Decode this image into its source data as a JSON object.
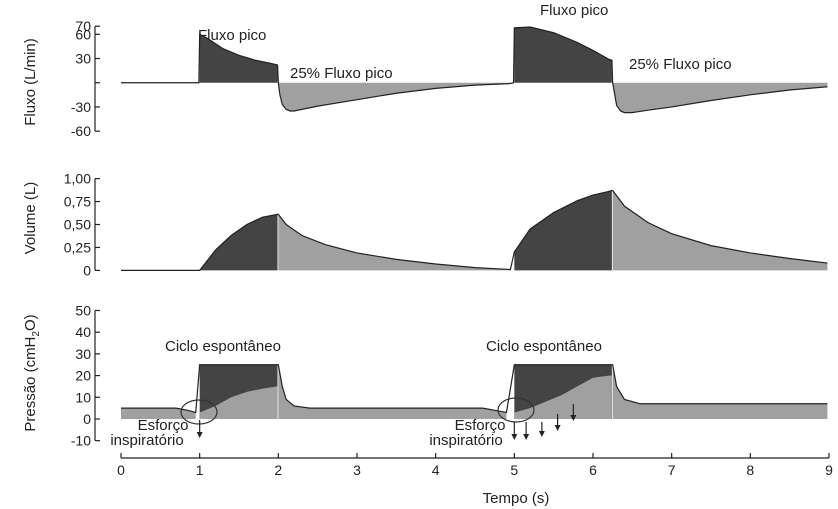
{
  "chart_data": [
    {
      "type": "area",
      "ylabel": "Fluxo (L/min)",
      "yticks": [
        70,
        60,
        30,
        0,
        -30,
        -60
      ],
      "ytick_labels": [
        "70",
        "60",
        "30",
        "",
        "-30",
        "-60"
      ],
      "ylim": [
        -66,
        74
      ],
      "xlim": [
        0,
        9
      ],
      "fill_colors": {
        "inspiration": "#444444",
        "expiration": "#a0a0a0"
      },
      "series": [
        {
          "name": "",
          "x": [
            0.0,
            0.99,
            1.0,
            1.1,
            1.3,
            1.5,
            1.7,
            1.9,
            1.99,
            2.0,
            2.02,
            2.05,
            2.1,
            2.15,
            2.2,
            2.3,
            2.5,
            3.0,
            3.5,
            4.0,
            4.5,
            4.95,
            4.99,
            5.0,
            5.2,
            5.5,
            5.8,
            6.0,
            6.2,
            6.24,
            6.25,
            6.3,
            6.35,
            6.4,
            6.5,
            6.7,
            7.0,
            7.5,
            8.0,
            8.5,
            8.98
          ],
          "y": [
            0,
            0,
            60,
            55,
            42,
            34,
            28,
            24,
            22,
            0,
            -15,
            -27,
            -33,
            -35,
            -35,
            -33,
            -29,
            -21,
            -13,
            -7,
            -3,
            -1,
            0,
            68,
            69,
            62,
            50,
            40,
            29,
            28,
            0,
            -28,
            -35,
            -37,
            -37,
            -34,
            -30,
            -22,
            -15,
            -9,
            -5
          ]
        }
      ],
      "annotations": [
        "Fluxo pico",
        "25% Fluxo pico",
        "Fluxo pico",
        "25% Fluxo pico"
      ]
    },
    {
      "type": "area",
      "ylabel": "Volume (L)",
      "yticks": [
        1.0,
        0.75,
        0.5,
        0.25,
        0
      ],
      "ytick_labels": [
        "1,00",
        "0,75",
        "0,50",
        "0,25",
        "0"
      ],
      "ylim": [
        -0.05,
        1.05
      ],
      "xlim": [
        0,
        9
      ],
      "fill_colors": {
        "inspiration": "#444444",
        "expiration": "#a0a0a0"
      },
      "series": [
        {
          "name": "",
          "x": [
            0.0,
            1.0,
            1.2,
            1.4,
            1.6,
            1.8,
            1.99,
            2.0,
            2.1,
            2.3,
            2.6,
            3.0,
            3.5,
            4.0,
            4.5,
            4.95,
            5.0,
            5.2,
            5.5,
            5.8,
            6.0,
            6.2,
            6.24,
            6.25,
            6.4,
            6.7,
            7.0,
            7.5,
            8.0,
            8.5,
            8.98
          ],
          "y": [
            0,
            0,
            0.22,
            0.38,
            0.5,
            0.58,
            0.61,
            0.61,
            0.5,
            0.38,
            0.28,
            0.19,
            0.12,
            0.07,
            0.03,
            0.01,
            0.2,
            0.45,
            0.63,
            0.76,
            0.82,
            0.86,
            0.87,
            0.87,
            0.7,
            0.52,
            0.4,
            0.27,
            0.19,
            0.13,
            0.08
          ]
        }
      ],
      "annotations": []
    },
    {
      "type": "area",
      "ylabel": "Pressão (cmH2O)",
      "ylabel_parts": {
        "before": "Pressão (cmH",
        "sub": "2",
        "after": "O)"
      },
      "yticks": [
        50,
        40,
        30,
        20,
        10,
        0,
        -10
      ],
      "ytick_labels": [
        "50",
        "40",
        "30",
        "20",
        "10",
        "0",
        "-10"
      ],
      "ylim": [
        -12,
        53
      ],
      "xlim": [
        0,
        9
      ],
      "xticks": [
        0,
        1,
        2,
        3,
        4,
        5,
        6,
        7,
        8,
        9
      ],
      "xlabel": "Tempo (s)",
      "fill_colors": {
        "applied": "#444444",
        "patient": "#a0a0a0"
      },
      "series": [
        {
          "name": "",
          "x": [
            0.0,
            0.7,
            0.85,
            0.95,
            1.0,
            1.99,
            2.0,
            2.05,
            2.1,
            2.2,
            2.4,
            3.0,
            4.0,
            4.6,
            4.75,
            4.9,
            5.0,
            6.2,
            6.24,
            6.25,
            6.3,
            6.4,
            6.6,
            7.0,
            8.0,
            8.98
          ],
          "y": [
            5,
            5,
            4,
            3,
            25,
            25,
            25,
            15,
            9,
            6,
            5,
            5,
            5,
            5,
            4,
            3,
            25,
            25,
            25,
            25,
            15,
            9,
            7,
            7,
            7,
            7
          ]
        },
        {
          "name": "",
          "x": [
            1.0,
            1.2,
            1.4,
            1.6,
            1.8,
            1.99,
            5.0,
            5.2,
            5.4,
            5.6,
            5.8,
            6.0,
            6.2,
            6.24
          ],
          "y": [
            3,
            6,
            10,
            12.5,
            14,
            15,
            3,
            5,
            8,
            11,
            15,
            19,
            20,
            20
          ]
        }
      ],
      "annotations": [
        "Ciclo espontâneo",
        "Ciclo espontâneo",
        "Esforço",
        "inspiratório",
        "Esforço",
        "inspiratório"
      ]
    }
  ]
}
